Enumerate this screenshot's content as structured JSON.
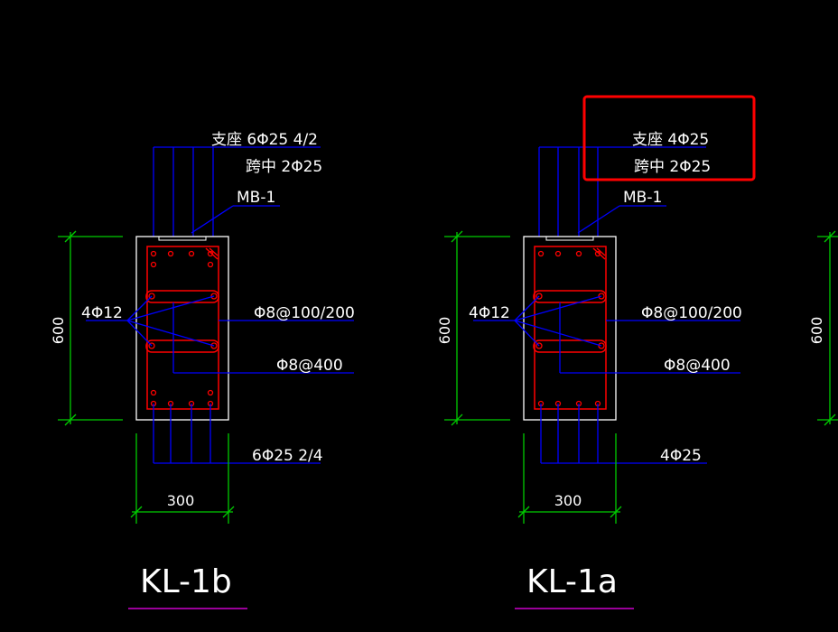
{
  "background_color": "#000000",
  "colors": {
    "dimension": "#00cc00",
    "leader": "#0000ff",
    "rebar": "#ff0000",
    "outline": "#ffffff",
    "title_underline": "#cc00cc",
    "highlight_box": "#ff0000"
  },
  "sections": [
    {
      "title": "KL-1b",
      "top_rebar_support": "支座 6Φ25 4/2",
      "top_rebar_midspan": "跨中 2Φ25",
      "slab_label": "MB-1",
      "side_rebar": "4Φ12",
      "stirrup": "Φ8@100/200",
      "tie_bar": "Φ8@400",
      "bottom_rebar": "6Φ25 2/4",
      "width_dim": "300",
      "height_dim": "600"
    },
    {
      "title": "KL-1a",
      "top_rebar_support": "支座 4Φ25",
      "top_rebar_midspan": "跨中 2Φ25",
      "slab_label": "MB-1",
      "side_rebar": "4Φ12",
      "stirrup": "Φ8@100/200",
      "tie_bar": "Φ8@400",
      "bottom_rebar": "4Φ25",
      "width_dim": "300",
      "height_dim": "600"
    }
  ],
  "partial_right": {
    "height_dim": "600"
  }
}
